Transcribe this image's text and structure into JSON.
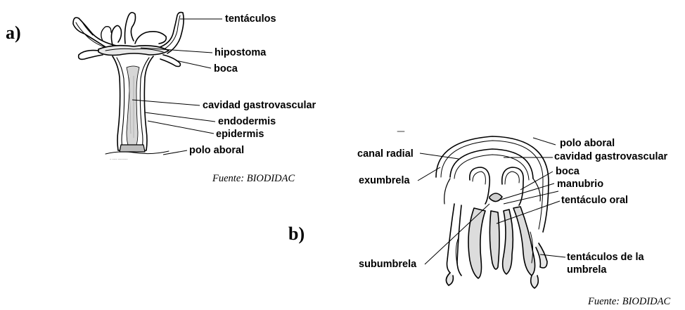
{
  "panel_a": {
    "letter": "a)",
    "labels": {
      "tentaculos": "tentáculos",
      "hipostoma": "hipostoma",
      "boca": "boca",
      "cavidad": "cavidad gastrovascular",
      "endodermis": "endodermis",
      "epidermis": "epidermis",
      "polo_aboral": "polo aboral"
    },
    "source": "Fuente: BIODIDAC"
  },
  "panel_b": {
    "letter": "b)",
    "labels": {
      "polo_aboral": "polo aboral",
      "canal_radial": "canal radial",
      "cavidad": "cavidad gastrovascular",
      "exumbrela": "exumbrela",
      "boca": "boca",
      "manubrio": "manubrio",
      "tentaculo_oral": "tentáculo oral",
      "subumbrela": "subumbrela",
      "tentaculos_umbrela_1": "tentáculos de la",
      "tentaculos_umbrela_2": "umbrela"
    },
    "source": "Fuente: BIODIDAC"
  }
}
